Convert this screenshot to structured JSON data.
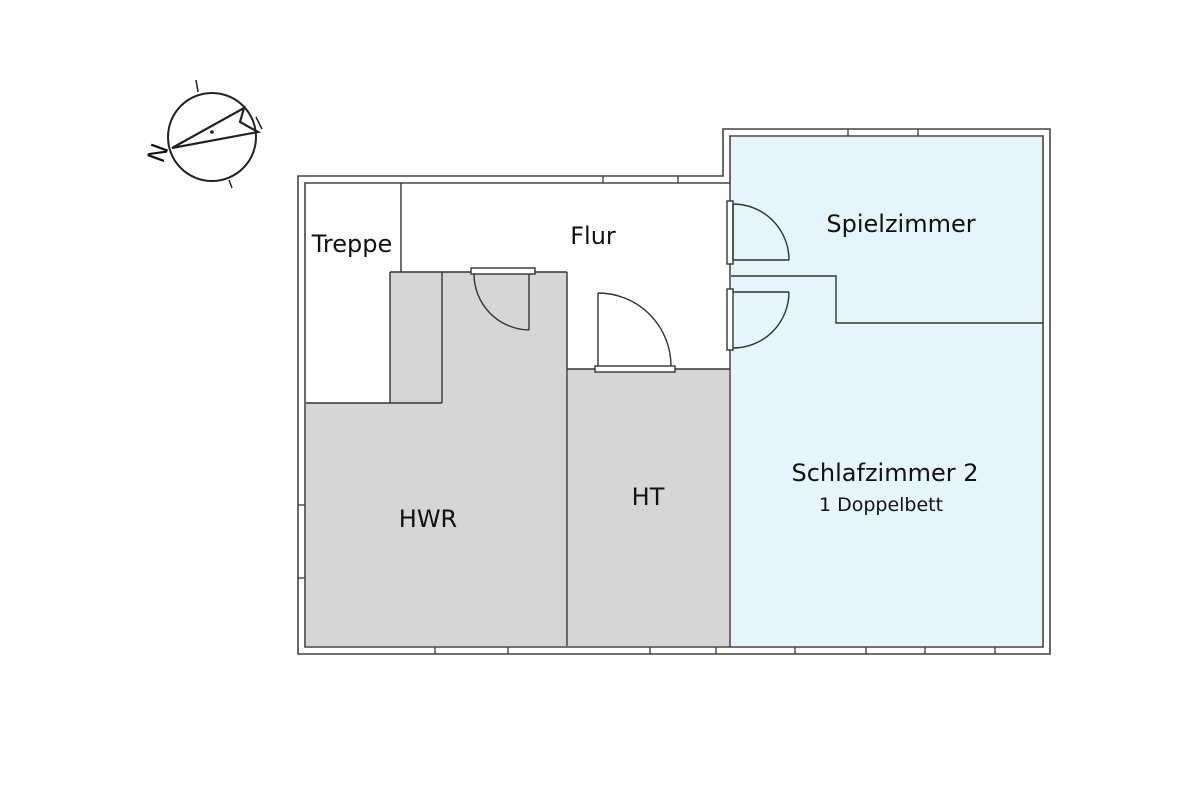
{
  "compass": {
    "north_label": "N",
    "icon": "north-arrow-icon"
  },
  "colors": {
    "service_room": "#d6d6d6",
    "bedroom": "#e6f5fc",
    "wall": "#444444",
    "background": "#ffffff"
  },
  "rooms": {
    "treppe": {
      "name": "Treppe"
    },
    "flur": {
      "name": "Flur"
    },
    "spielzimmer": {
      "name": "Spielzimmer"
    },
    "hwr": {
      "name": "HWR"
    },
    "ht": {
      "name": "HT"
    },
    "schlafzimmer2": {
      "name": "Schlafzimmer 2",
      "detail": "1 Doppelbett"
    }
  }
}
